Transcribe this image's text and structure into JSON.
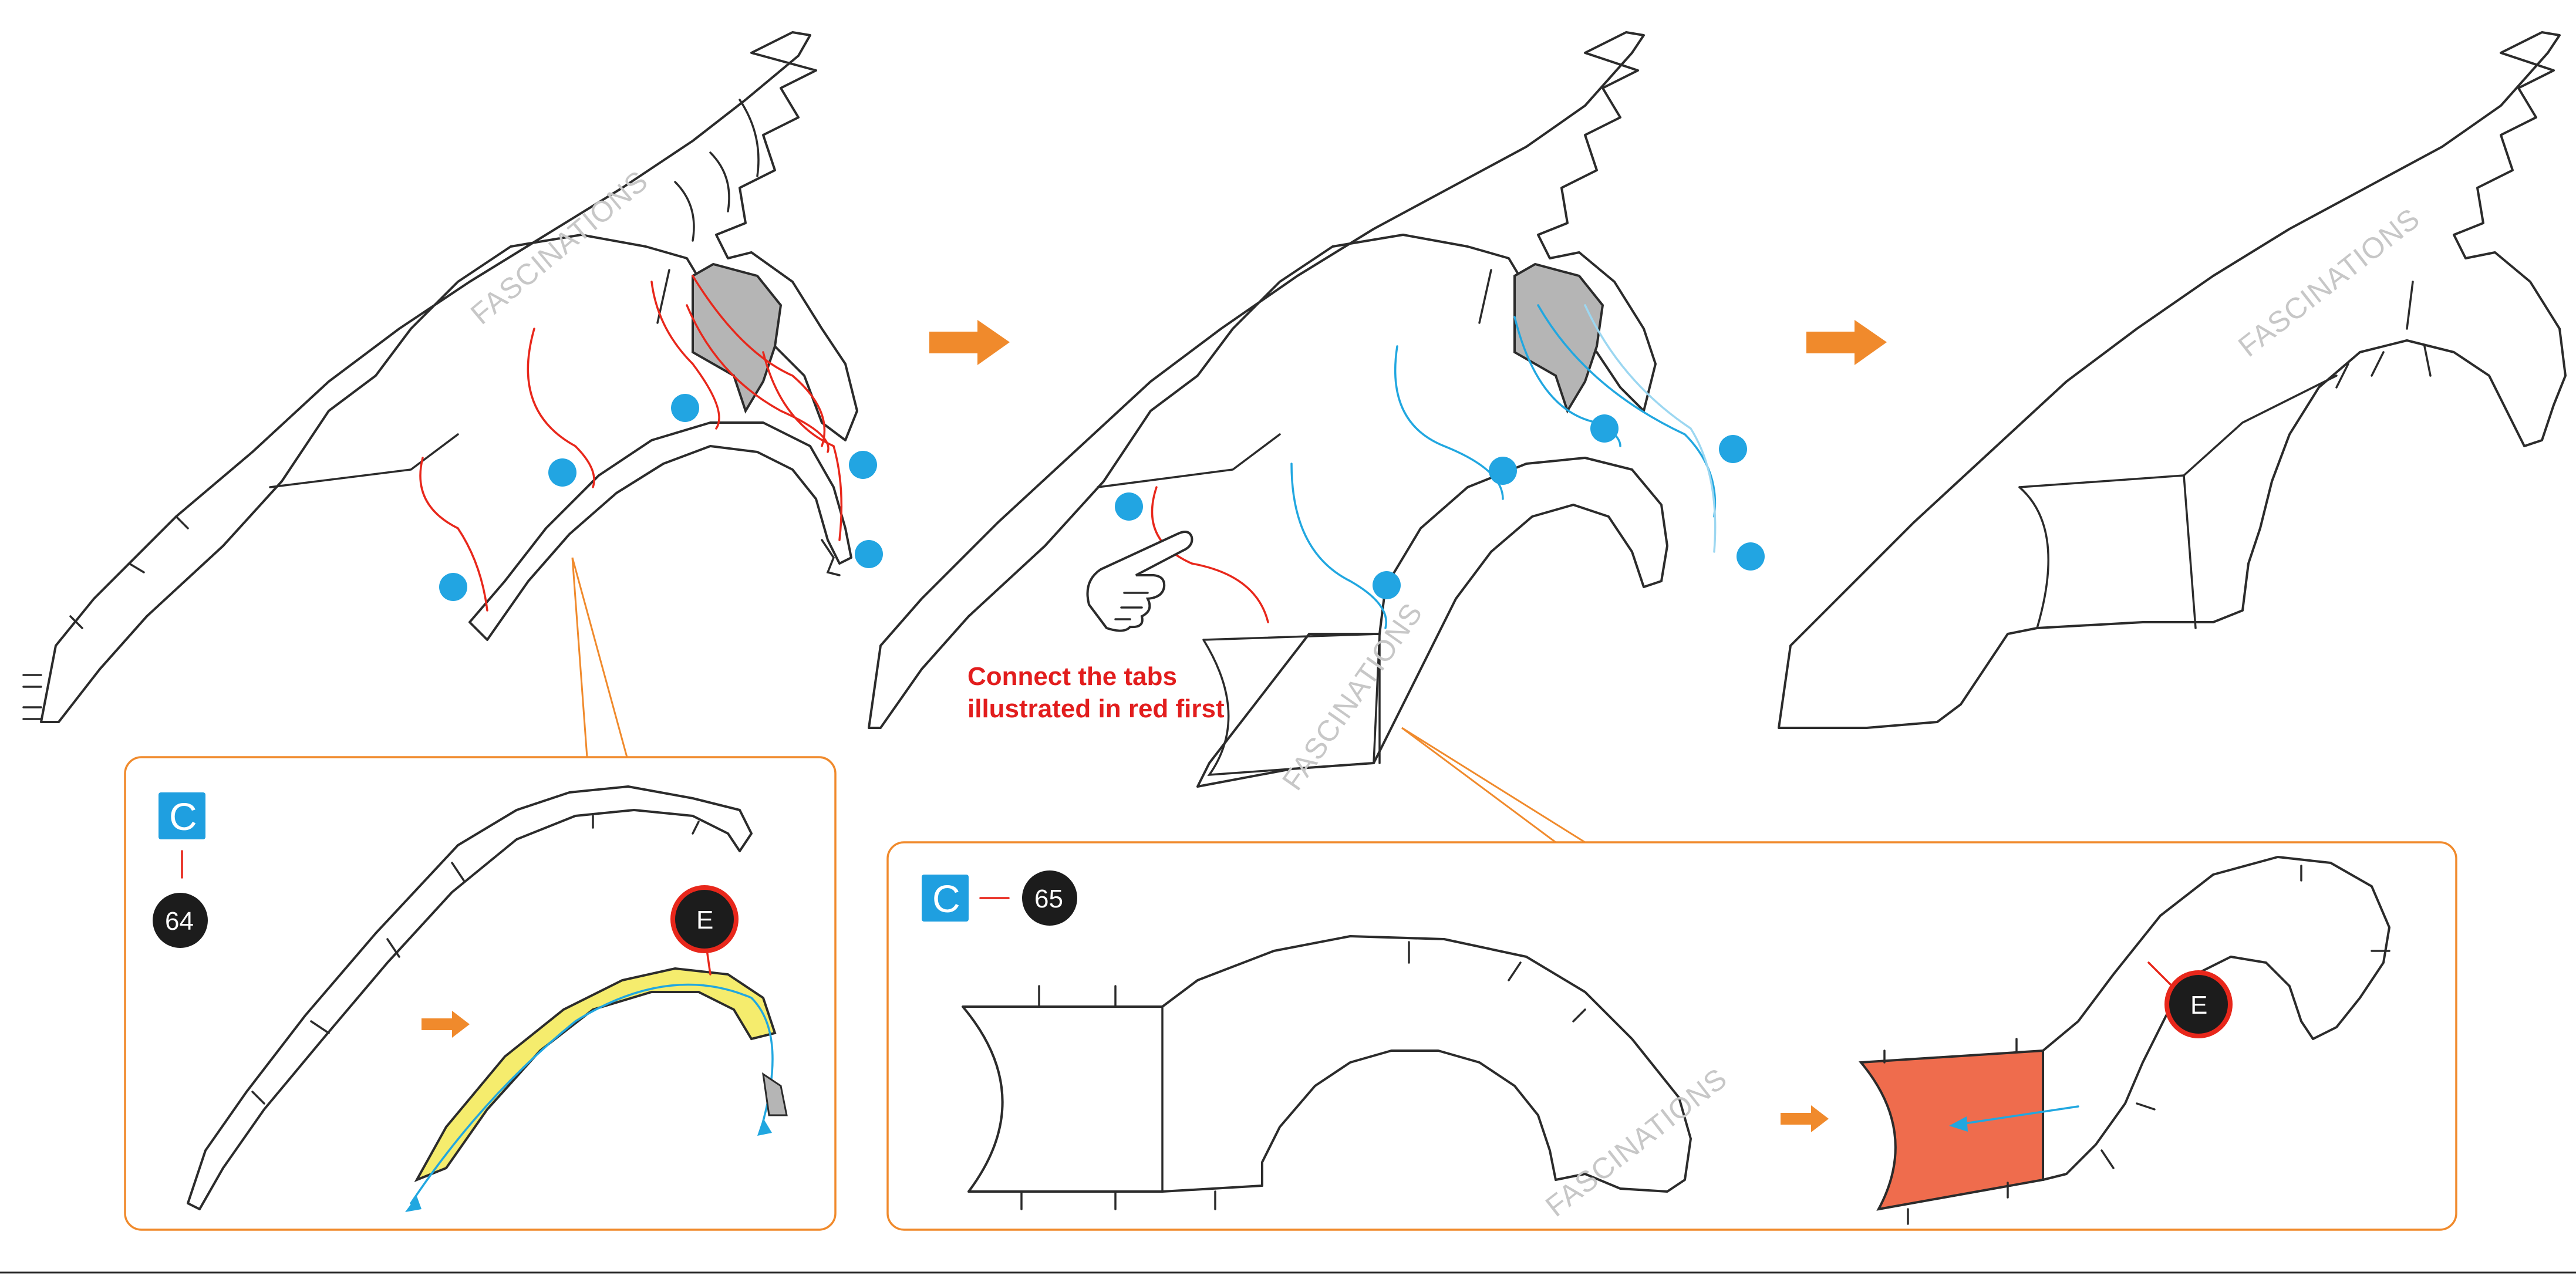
{
  "watermark": "FASCINATIONS",
  "instruction": {
    "line1": "Connect the tabs",
    "line2": "illustrated in red first"
  },
  "callouts": {
    "left_panel": {
      "part_letter": "C",
      "part_number": "64",
      "glue_label": "E"
    },
    "right_panel": {
      "part_letter": "C",
      "part_number": "65",
      "glue_label": "E"
    }
  },
  "colors": {
    "accent_orange": "#f08a2c",
    "connector_blue": "#22a5e2",
    "connector_red": "#e8271b",
    "glue_yellow": "#f5ec6d",
    "part_fill_red": "#ef6c4d",
    "part_grey": "#b5b5b5"
  },
  "icons": [
    "step-arrow-icon",
    "pointing-hand-icon",
    "connection-dot-icon",
    "glue-direction-arrow-icon"
  ]
}
